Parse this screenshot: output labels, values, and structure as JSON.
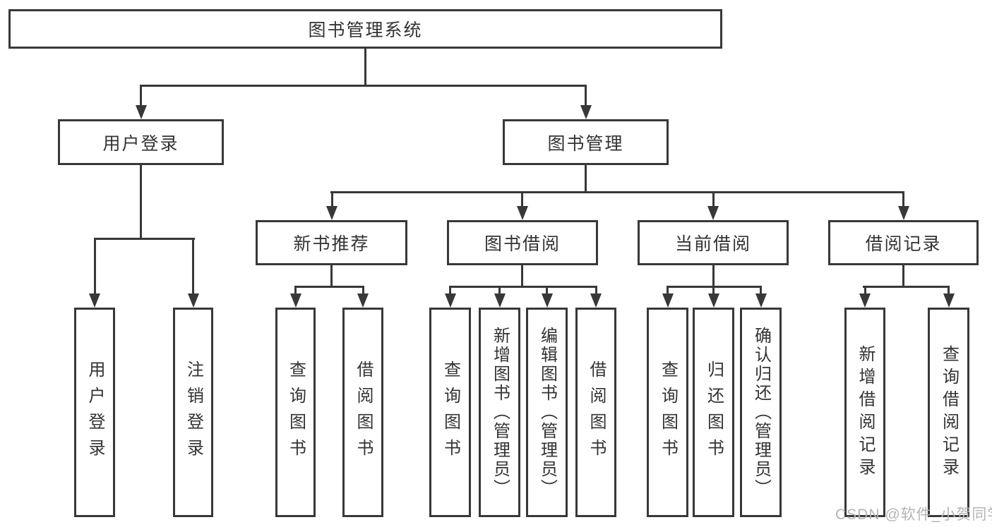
{
  "diagram": {
    "title": "图书管理系统",
    "level2": {
      "user_login": "用户登录",
      "book_management": "图书管理"
    },
    "level3": {
      "new_book_recommend": "新书推荐",
      "book_borrow": "图书借阅",
      "current_borrow": "当前借阅",
      "borrow_records": "借阅记录"
    },
    "leaves": {
      "login_user_login": "用户登录",
      "login_logout": "注销登录",
      "recommend_query_books": "查询图书",
      "recommend_borrow_books": "借阅图书",
      "borrow_query_books": "查询图书",
      "borrow_add_books_admin": "新增图书（管理员）",
      "borrow_edit_books_admin": "编辑图书（管理员）",
      "borrow_borrow_books": "借阅图书",
      "current_query_books": "查询图书",
      "current_return_books": "归还图书",
      "current_confirm_return_admin": "确认归还（管理员）",
      "records_add_record": "新增借阅记录",
      "records_query_record": "查询借阅记录"
    },
    "colors": {
      "line": "#383838",
      "text": "#333333",
      "watermark": "#b4b4b4"
    }
  },
  "watermark": {
    "text": "CSDN @软件_小贺同学"
  }
}
